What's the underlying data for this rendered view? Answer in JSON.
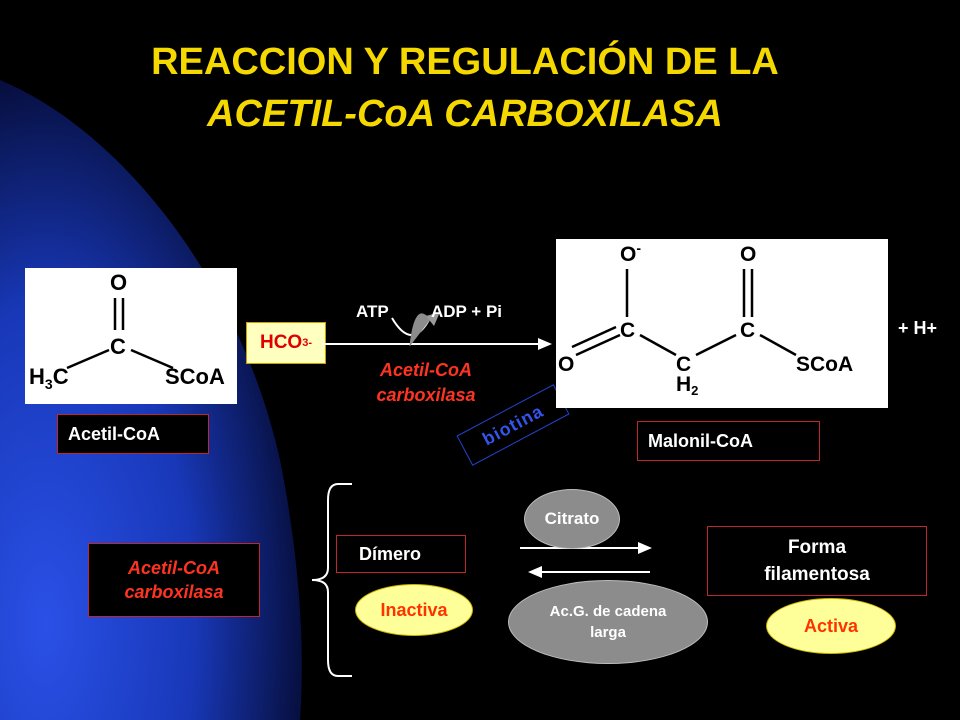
{
  "title": {
    "line1": "REACCION Y REGULACIÓN DE LA",
    "line2": "ACETIL-CoA CARBOXILASA"
  },
  "reaction": {
    "substrate_label": "Acetil-CoA",
    "product_label": "Malonil-CoA",
    "hco3_base": "HCO",
    "hco3_sub": "3",
    "hco3_sup": "-",
    "atp": "ATP",
    "adp": "ADP + Pi",
    "enzyme_line1": "Acetil-CoA",
    "enzyme_line2": "carboxilasa",
    "cofactor": "biotina",
    "byproduct": "+ H+"
  },
  "molecules": {
    "acetyl": {
      "o": "O",
      "c": "C",
      "h3c_h": "H",
      "h3c_3": "3",
      "h3c_c": "C",
      "scoa": "SCoA"
    },
    "malonyl": {
      "o_minus": "O",
      "minus": "-",
      "o_top": "O",
      "c1": "C",
      "c2": "C",
      "o_left": "O",
      "ch2_h": "H",
      "ch2_2": "2",
      "ch2_c": "C",
      "scoa": "SCoA"
    }
  },
  "regulation": {
    "enzyme_line1": "Acetil-CoA",
    "enzyme_line2": "carboxilasa",
    "dimer": "Dímero",
    "inactive": "Inactiva",
    "activator": "Citrato",
    "inhibitor_line1": "Ac.G. de cadena",
    "inhibitor_line2": "larga",
    "form_line1": "Forma",
    "form_line2": "filamentosa",
    "active": "Activa"
  },
  "colors": {
    "title": "#f5d800",
    "background": "#000000",
    "blue_panel": "#1a3fc0",
    "red_text": "#ff3322",
    "ellipse_yellow": "#ffff99",
    "ellipse_grey": "#8c8c8c",
    "biotin_blue": "#3355ee"
  }
}
